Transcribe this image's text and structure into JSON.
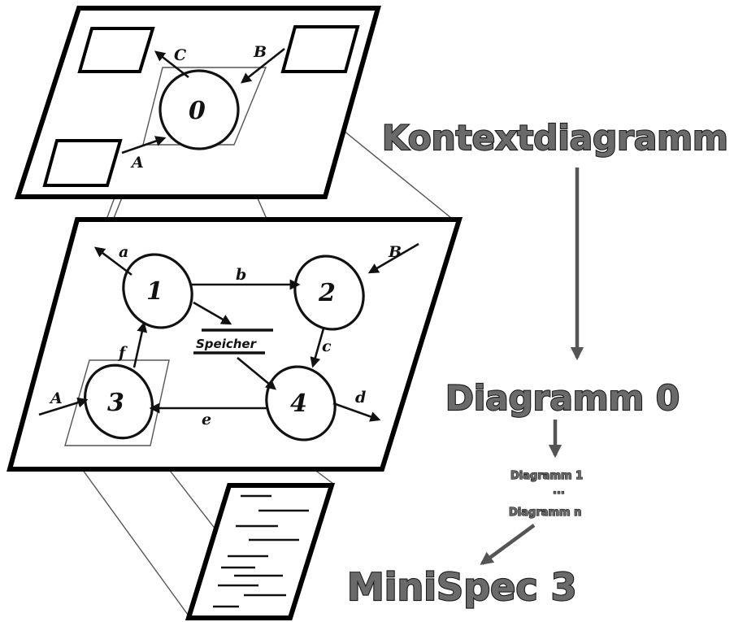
{
  "levels": {
    "context": "Kontextdiagramm",
    "diagram0": "Diagramm 0",
    "sub_first": "Diagramm 1",
    "sub_dots": "...",
    "sub_last": "Diagramm n",
    "minispec": "MiniSpec 3"
  },
  "context_diagram": {
    "process": "0",
    "flows": [
      "A",
      "B",
      "C"
    ]
  },
  "diagram0": {
    "processes": [
      "1",
      "2",
      "3",
      "4"
    ],
    "store": "Speicher",
    "flows": [
      "a",
      "b",
      "c",
      "d",
      "e",
      "f",
      "A",
      "B"
    ]
  },
  "colors": {
    "label_fill": "#6a6a6a",
    "label_stroke": "#1a1a1a",
    "arrow": "#555555"
  }
}
